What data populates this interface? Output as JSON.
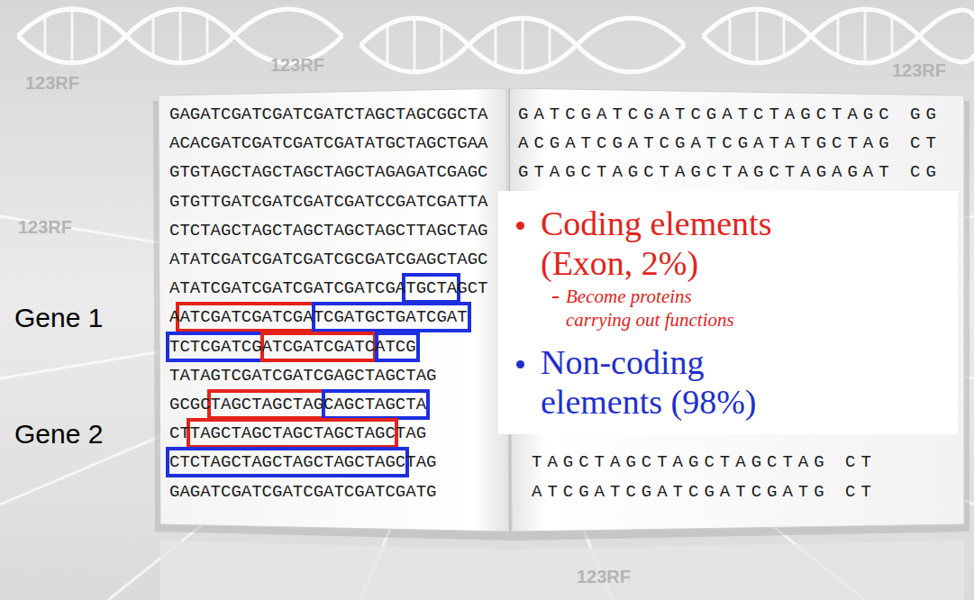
{
  "diagram": {
    "nodes": [
      {
        "text": [
          "Coding elements (Exon, 2%)",
          "Become proteins carrying out functions",
          "Non-coding elements (98%)"
        ]
      }
    ],
    "labels": [
      "Gene 1",
      "Gene 2",
      "GAGATCGATCGATCGATCTAGCTAGCGGCTA",
      "ACACGATCGATCGATCGATATGCTAGCTGAA",
      "GTGTAGCTAGCTAGCTAGCTAGAGATCGAGC",
      "GTGTTGATCGATCGATCGATCCGATCGATTA",
      "CTCTAGCTAGCTAGCTAGCTAGCTTAGCTAG",
      "ATATCGATCGATCGATCGCGATCGAGCTAGC",
      "ATATCGATCGATCGATCGATCGATGCTAGCT",
      "AATCGATCGATCGATCGATGCTGATCGAT",
      "TCTCGATCGATCGATCGATCATCG",
      "TATAGTCGATCGATCGAGCTAGCTAG",
      "GCGCTAGCTAGCTAGCAGCTAGCTA",
      "CTTAGCTAGCTAGCTAGCTAGCTAG",
      "CTCTAGCTAGCTAGCTAGCTAGCTAG",
      "GAGATCGATCGATCGATCGATCGATG",
      "GATCGATCGATCGATCTAGCTAGC GG",
      "ACGATCGATCGATCGATATGCTAG CT",
      "GTAGCTAGCTAGCTAGCTAGAGAT CG",
      "TAGCTAGCTAGCTAGCTAG CT",
      "ATCGATCGATCGATCGATG CT",
      "123RF",
      "123RF",
      "123RF",
      "123RF",
      "123RF"
    ]
  }
}
